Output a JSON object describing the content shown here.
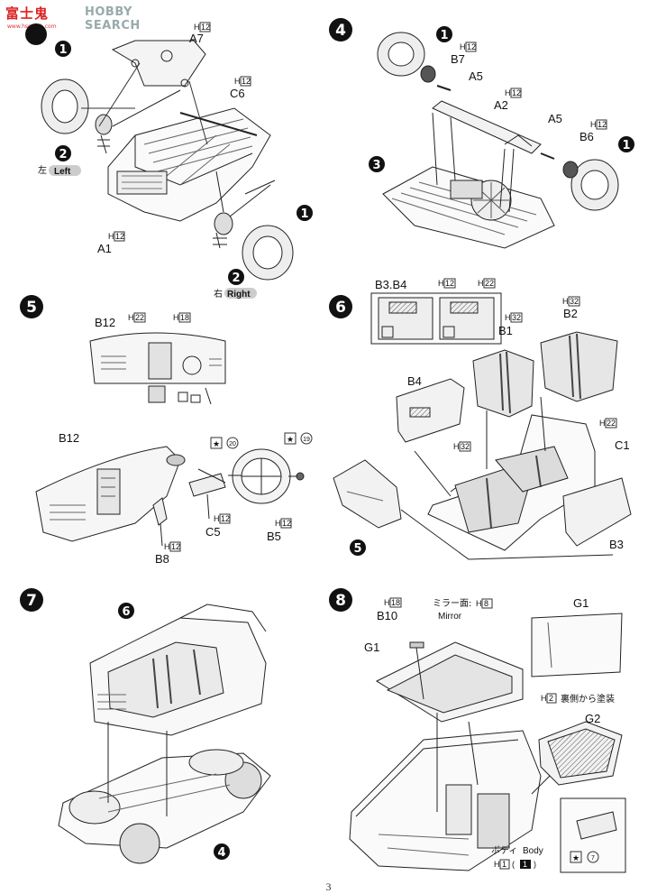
{
  "watermark": {
    "badge": "富士鬼",
    "text": "HOBBY SEARCH",
    "url": "www.hsearch.com"
  },
  "page_number": "3",
  "step3": {
    "parts": {
      "a7": "A7",
      "c6": "C6",
      "a1": "A1"
    },
    "paint": {
      "a7": "12",
      "c6": "12",
      "a1": "12",
      "h": "H"
    },
    "callouts": {
      "one": "1",
      "two": "2"
    },
    "left_jp": "左",
    "left_en": "Left",
    "right_jp": "右",
    "right_en": "Right"
  },
  "step4": {
    "number": "4",
    "parts": {
      "b7": "B7",
      "a5": "A5",
      "a2": "A2",
      "b6": "B6"
    },
    "paint": {
      "h": "H",
      "b7": "12",
      "a2": "12",
      "b6": "12"
    },
    "callouts": {
      "one": "1",
      "three": "3"
    }
  },
  "step5": {
    "number": "5",
    "parts": {
      "b12": "B12",
      "c5": "C5",
      "b8": "B8",
      "b5": "B5"
    },
    "paint": {
      "h": "H",
      "b12_top_a": "22",
      "b12_top_b": "18",
      "c5": "12",
      "b8": "12",
      "b5": "12"
    },
    "stars": {
      "a": "20",
      "b": "19"
    }
  },
  "step6": {
    "number": "6",
    "inset_label": "B3.B4",
    "parts": {
      "b1": "B1",
      "b2": "B2",
      "b4": "B4",
      "c1": "C1",
      "b3": "B3"
    },
    "paint": {
      "h": "H",
      "inset_a": "12",
      "inset_b": "22",
      "b1": "32",
      "b2": "32",
      "c1": "22",
      "floor": "32"
    },
    "callouts": {
      "five": "5"
    }
  },
  "step7": {
    "number": "7",
    "callouts": {
      "six": "6",
      "four": "4"
    }
  },
  "step8": {
    "number": "8",
    "parts": {
      "b10": "B10",
      "g1_a": "G1",
      "g1_b": "G1",
      "g2": "G2"
    },
    "paint": {
      "h": "H",
      "b10": "18",
      "mirror": "8",
      "g1_back": "2",
      "body": "1",
      "body_b": "1"
    },
    "mirror_jp": "ミラー面:",
    "mirror_en": "Mirror",
    "back_paint_jp": "裏側から塗装",
    "body_jp": "ボディ",
    "body_en": "Body",
    "star": "7"
  }
}
